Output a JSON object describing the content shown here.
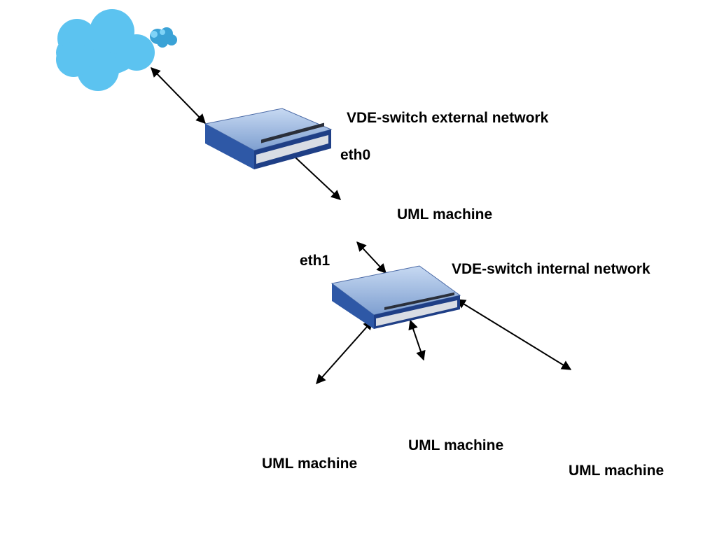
{
  "labels": {
    "external_switch": "VDE-switch external network",
    "internal_switch": "VDE-switch internal network",
    "uml_main": "UML machine",
    "eth0": "eth0",
    "eth1": "eth1",
    "uml_left": "UML machine",
    "uml_middle": "UML machine",
    "uml_right": "UML machine"
  },
  "colors": {
    "cloud_light": "#63c7f2",
    "cloud_dark": "#3aa2d6",
    "switch_top": "#8aaedc",
    "switch_front": "#1f3f86",
    "switch_side": "#2f5aa8",
    "port_panel": "#d9dde4",
    "computer_body": "#e3d7b6",
    "computer_shadow": "#b8a57b",
    "screen": "#2f6fb5"
  }
}
